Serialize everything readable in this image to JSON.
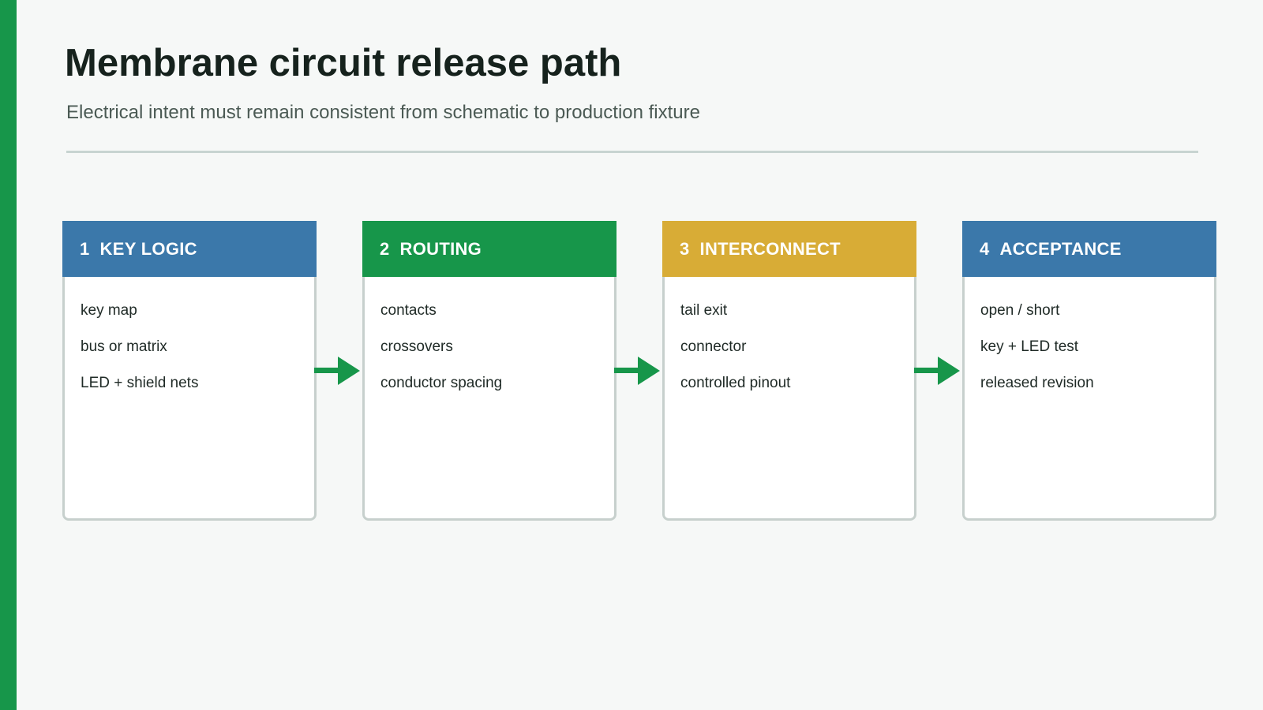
{
  "header": {
    "title": "Membrane circuit release path",
    "subtitle": "Electrical intent must remain consistent from schematic to production fixture"
  },
  "colors": {
    "accent": "#17964a",
    "stage_blue": "#3b78aa",
    "stage_green": "#17964a",
    "stage_gold": "#d8ac36"
  },
  "stages": [
    {
      "number": "1",
      "title": "KEY LOGIC",
      "color": "#3b78aa",
      "items": [
        "key map",
        "bus or matrix",
        "LED + shield nets"
      ]
    },
    {
      "number": "2",
      "title": "ROUTING",
      "color": "#17964a",
      "items": [
        "contacts",
        "crossovers",
        "conductor spacing"
      ]
    },
    {
      "number": "3",
      "title": "INTERCONNECT",
      "color": "#d8ac36",
      "items": [
        "tail exit",
        "connector",
        "controlled pinout"
      ]
    },
    {
      "number": "4",
      "title": "ACCEPTANCE",
      "color": "#3b78aa",
      "items": [
        "open / short",
        "key + LED test",
        "released revision"
      ]
    }
  ],
  "connector_icon": "arrow-right-icon"
}
